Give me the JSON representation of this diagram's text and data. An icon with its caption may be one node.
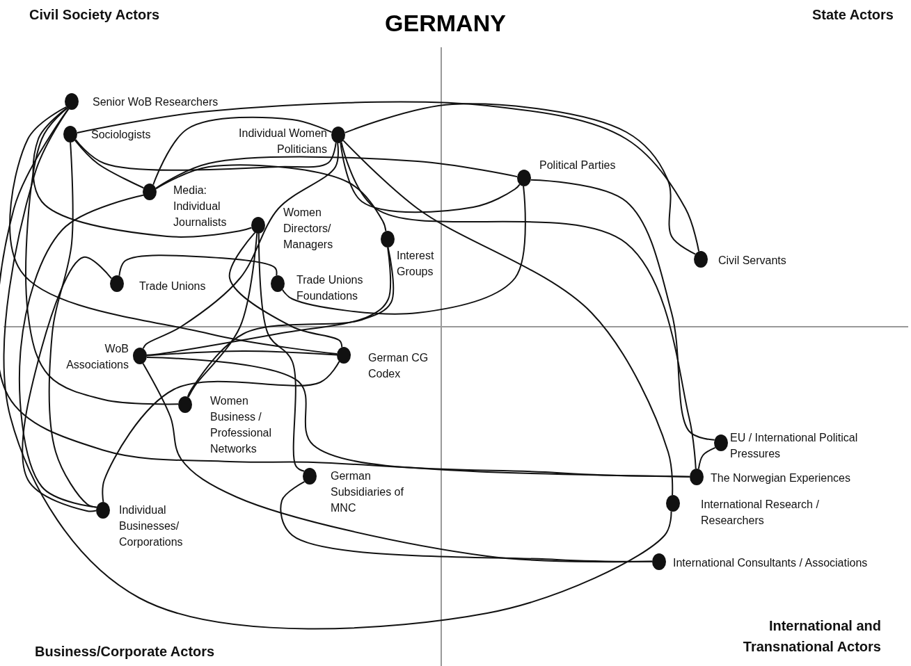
{
  "diagram": {
    "title": "GERMANY",
    "nodes": [
      {
        "text": [
          "Senior WoB Researchers"
        ]
      },
      {
        "text": [
          "Sociologists"
        ]
      },
      {
        "text": [
          "Individual Women Politicians"
        ]
      },
      {
        "text": [
          "Political Parties"
        ]
      },
      {
        "text": [
          "Media: Individual Journalists"
        ]
      },
      {
        "text": [
          "Women Directors/ Managers"
        ]
      },
      {
        "text": [
          "Interest Groups"
        ]
      },
      {
        "text": [
          "Trade Unions"
        ]
      },
      {
        "text": [
          "Trade Unions Foundations"
        ]
      },
      {
        "text": [
          "Civil Servants"
        ]
      },
      {
        "text": [
          "WoB Associations"
        ]
      },
      {
        "text": [
          "German CG Codex"
        ]
      },
      {
        "text": [
          "Women Business / Professional Networks"
        ]
      },
      {
        "text": [
          "German Subsidiaries of MNC"
        ]
      },
      {
        "text": [
          "Individual Businesses/ Corporations"
        ]
      },
      {
        "text": [
          "EU / International Political Pressures"
        ]
      },
      {
        "text": [
          "The Norwegian Experiences"
        ]
      },
      {
        "text": [
          "International Research / Researchers"
        ]
      },
      {
        "text": [
          "International Consultants / Associations"
        ]
      }
    ],
    "edges": [
      {
        "from": 1,
        "to": 9,
        "arrow": "none"
      },
      {
        "from": 2,
        "to": 9,
        "arrow": "none"
      },
      {
        "from": 1,
        "to": 2,
        "arrow": "none"
      },
      {
        "from": 1,
        "to": 4,
        "arrow": "none"
      },
      {
        "from": 1,
        "to": 14,
        "arrow": "none"
      },
      {
        "from": 0,
        "to": 12,
        "arrow": "none"
      },
      {
        "from": 0,
        "to": 5,
        "arrow": "none"
      },
      {
        "from": 0,
        "to": 11,
        "arrow": "none"
      },
      {
        "from": 0,
        "to": 16,
        "arrow": "none"
      },
      {
        "from": 0,
        "to": 17,
        "arrow": "none"
      },
      {
        "from": 4,
        "to": 2,
        "arrow": "none"
      },
      {
        "from": 4,
        "to": 3,
        "arrow": "none"
      },
      {
        "from": 4,
        "to": 6,
        "arrow": "none"
      },
      {
        "from": 4,
        "to": 14,
        "arrow": "none"
      },
      {
        "from": 2,
        "to": 10,
        "arrow": "none"
      },
      {
        "from": 2,
        "to": 3,
        "arrow": "none"
      },
      {
        "from": 2,
        "to": 17,
        "arrow": "none"
      },
      {
        "from": 2,
        "to": 16,
        "arrow": "none"
      },
      {
        "from": 3,
        "to": 15,
        "arrow": "none"
      },
      {
        "from": 3,
        "to": 8,
        "arrow": "none"
      },
      {
        "from": 7,
        "to": 8,
        "arrow": "none"
      },
      {
        "from": 7,
        "to": 14,
        "arrow": "none"
      },
      {
        "from": 5,
        "to": 12,
        "arrow": "none"
      },
      {
        "from": 5,
        "to": 13,
        "arrow": "none"
      },
      {
        "from": 5,
        "to": 11,
        "arrow": "none"
      },
      {
        "from": 6,
        "to": 10,
        "arrow": "none"
      },
      {
        "from": 10,
        "to": 11,
        "arrow": "none"
      },
      {
        "from": 10,
        "to": 16,
        "arrow": "none"
      },
      {
        "from": 10,
        "to": 18,
        "arrow": "none"
      },
      {
        "from": 11,
        "to": 14,
        "arrow": "none"
      },
      {
        "from": 13,
        "to": 18,
        "arrow": "none"
      },
      {
        "from": 16,
        "to": 15,
        "arrow": "none"
      },
      {
        "from": 6,
        "to": 12,
        "arrow": "none"
      }
    ],
    "labels": [
      "Civil Society Actors",
      "State Actors",
      "Business/Corporate Actors",
      "International and Transnational Actors"
    ]
  }
}
